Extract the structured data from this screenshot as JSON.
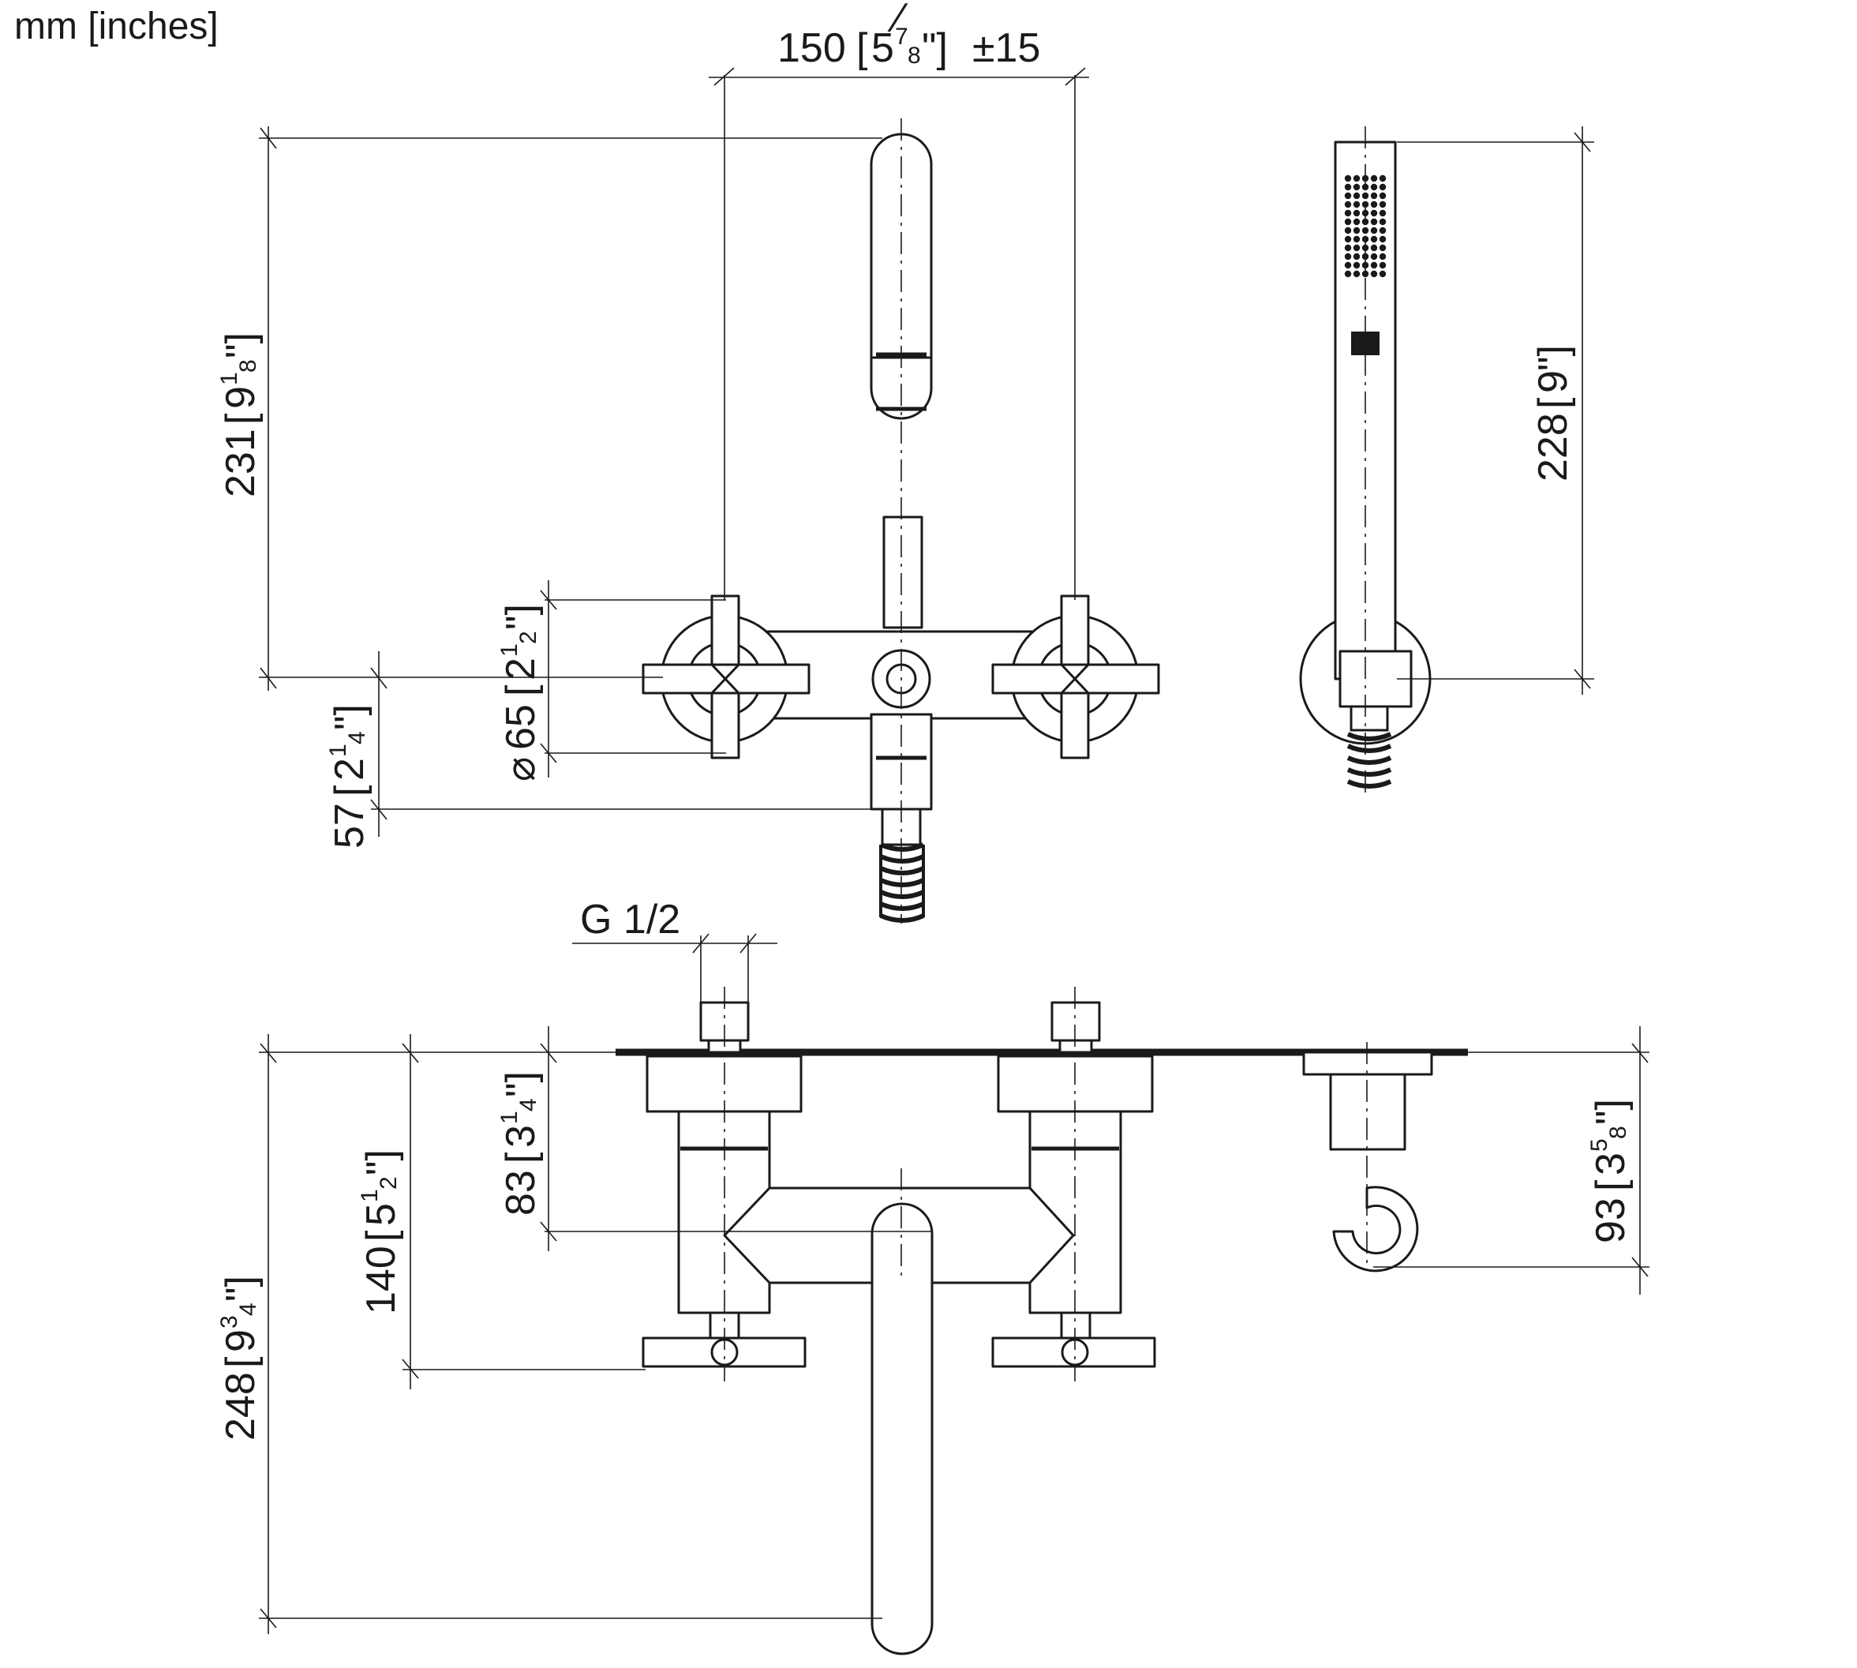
{
  "units_label": "mm [inches]",
  "dimensions": {
    "width_top": {
      "value": "150",
      "inch_whole": "5",
      "inch_num": "7",
      "inch_den": "8",
      "tolerance": "±15"
    },
    "height_handshower_holder": {
      "value": "231",
      "inch_whole": "9",
      "inch_num": "1",
      "inch_den": "8"
    },
    "rosette_diameter": {
      "symbol": "⌀",
      "value": "65",
      "inch_whole": "2",
      "inch_num": "1",
      "inch_den": "2"
    },
    "axis_to_outlet": {
      "value": "57",
      "inch_whole": "2",
      "inch_num": "1",
      "inch_den": "4"
    },
    "handshower_length": {
      "value": "228",
      "inch": "9"
    },
    "thread": {
      "label": "G 1/2"
    },
    "wall_to_axis": {
      "value": "83",
      "inch_whole": "3",
      "inch_num": "1",
      "inch_den": "4"
    },
    "wall_to_handle": {
      "value": "140",
      "inch_whole": "5",
      "inch_num": "1",
      "inch_den": "2"
    },
    "spout_projection": {
      "value": "248",
      "inch_whole": "9",
      "inch_num": "3",
      "inch_den": "4"
    },
    "holder_projection": {
      "value": "93",
      "inch_whole": "3",
      "inch_num": "5",
      "inch_den": "8"
    }
  }
}
